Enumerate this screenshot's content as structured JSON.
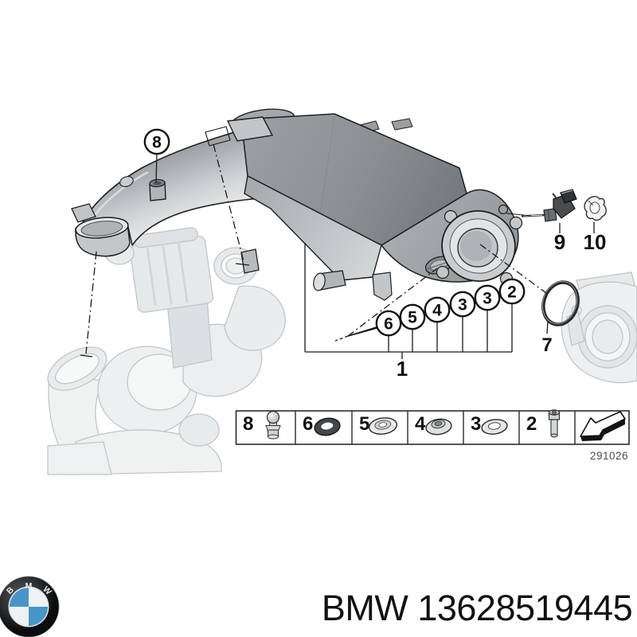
{
  "diagram": {
    "description": "BMW exploded parts diagram - charge air duct / intercooler on turbocharger",
    "callouts": {
      "c8": "8",
      "c6": "6",
      "c5": "5",
      "c4": "4",
      "c3a": "3",
      "c3b": "3",
      "c2": "2",
      "group1": "1",
      "oring7": "7",
      "sensor9": "9",
      "clip10": "10"
    },
    "legend": {
      "items": [
        {
          "num": "8",
          "icon": "ball-stud-icon"
        },
        {
          "num": "6",
          "icon": "seal-ring-icon"
        },
        {
          "num": "5",
          "icon": "dished-washer-icon"
        },
        {
          "num": "4",
          "icon": "hub-washer-icon"
        },
        {
          "num": "3",
          "icon": "flat-washer-icon"
        },
        {
          "num": "2",
          "icon": "socket-bolt-icon"
        },
        {
          "num": "",
          "icon": "direction-arrow-icon"
        }
      ]
    },
    "drawing_number": "291026"
  },
  "footer": {
    "logo_letters": {
      "b": "B",
      "m": "M",
      "w": "W"
    },
    "part_title": "BMW 13628519445"
  },
  "colors": {
    "bmw_blue": "#4796c8",
    "focus_outline": "#1f1f1f",
    "faded_outline": "#c2c6c8",
    "top_face_dark": "#8e9297",
    "text": "#111111"
  }
}
